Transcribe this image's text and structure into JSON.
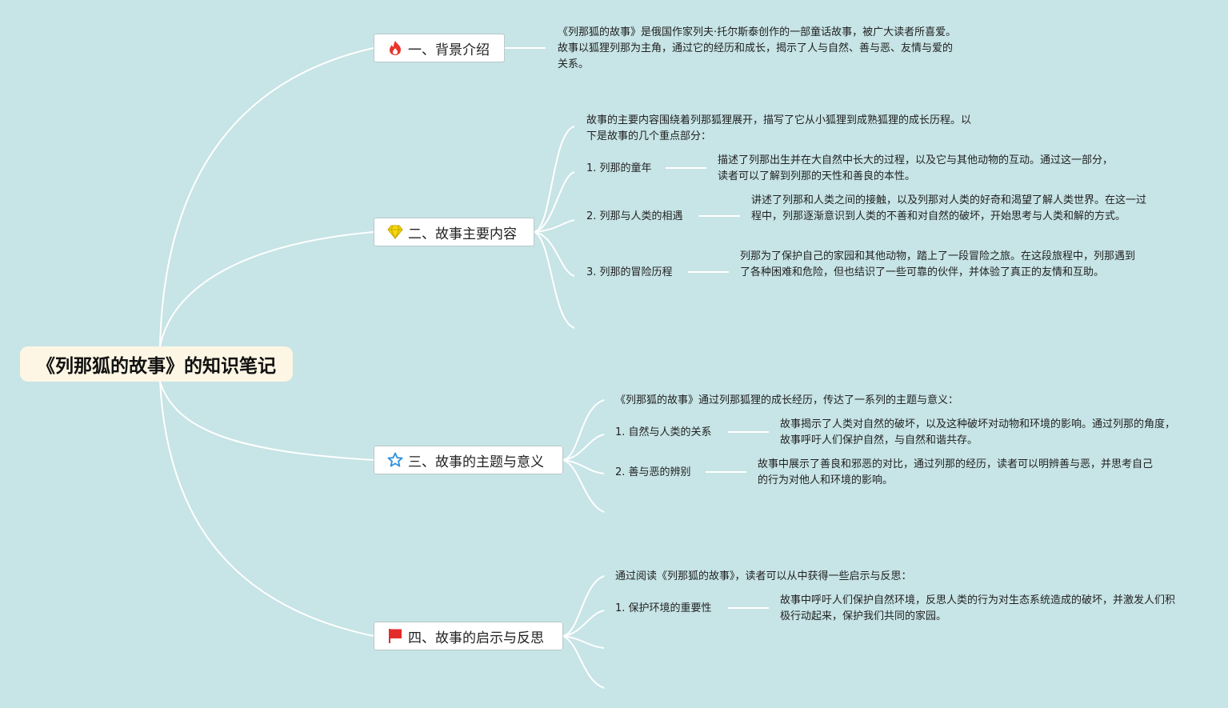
{
  "root": {
    "title": "《列那狐的故事》的知识笔记"
  },
  "branches": [
    {
      "icon": "fire-icon",
      "label": "一、背景介绍",
      "children": [
        {
          "text": "《列那狐的故事》是俄国作家列夫·托尔斯泰创作的一部童话故事，被广大读者所喜爱。故事以狐狸列那为主角，通过它的经历和成长，揭示了人与自然、善与恶、友情与爱的关系。"
        }
      ]
    },
    {
      "icon": "diamond-icon",
      "label": "二、故事主要内容",
      "intro": "故事的主要内容围绕着列那狐狸展开，描写了它从小狐狸到成熟狐狸的成长历程。以下是故事的几个重点部分：",
      "children": [
        {
          "label": "1. 列那的童年",
          "detail": "描述了列那出生并在大自然中长大的过程，以及它与其他动物的互动。通过这一部分，读者可以了解到列那的天性和善良的本性。"
        },
        {
          "label": "2. 列那与人类的相遇",
          "detail": "讲述了列那和人类之间的接触，以及列那对人类的好奇和渴望了解人类世界。在这一过程中，列那逐渐意识到人类的不善和对自然的破坏，开始思考与人类和解的方式。"
        },
        {
          "label": "3. 列那的冒险历程",
          "detail": "列那为了保护自己的家园和其他动物，踏上了一段冒险之旅。在这段旅程中，列那遇到了各种困难和危险，但也结识了一些可靠的伙伴，并体验了真正的友情和互助。"
        }
      ]
    },
    {
      "icon": "star-icon",
      "label": "三、故事的主题与意义",
      "intro": "《列那狐的故事》通过列那狐狸的成长经历，传达了一系列的主题与意义：",
      "children": [
        {
          "label": "1. 自然与人类的关系",
          "detail": "故事揭示了人类对自然的破坏，以及这种破坏对动物和环境的影响。通过列那的角度，故事呼吁人们保护自然，与自然和谐共存。"
        },
        {
          "label": "2. 善与恶的辨别",
          "detail": "故事中展示了善良和邪恶的对比，通过列那的经历，读者可以明辨善与恶，并思考自己的行为对他人和环境的影响。"
        }
      ]
    },
    {
      "icon": "flag-icon",
      "label": "四、故事的启示与反思",
      "intro": "通过阅读《列那狐的故事》，读者可以从中获得一些启示与反思：",
      "children": [
        {
          "label": "1. 保护环境的重要性",
          "detail": "故事中呼吁人们保护自然环境，反思人类的行为对生态系统造成的破坏，并激发人们积极行动起来，保护我们共同的家园。"
        }
      ]
    }
  ],
  "colors": {
    "background": "#c7e4e6",
    "root_fill": "#fdf6e4",
    "connector": "#ffffff",
    "fire": "#e8352b",
    "diamond": "#f5d90a",
    "star": "#2b8fe0",
    "flag": "#e32b2b"
  }
}
